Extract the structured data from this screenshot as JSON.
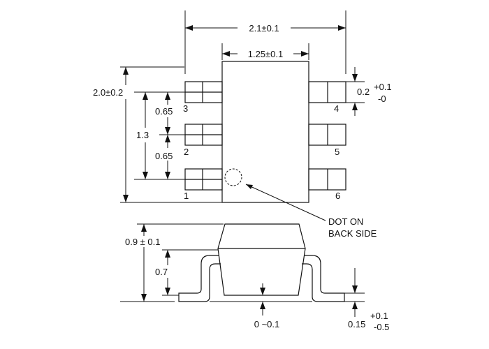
{
  "top_view": {
    "dim_width_overall": "2.1±0.1",
    "dim_body_width": "1.25±0.1",
    "dim_height_overall": "2.0±0.2",
    "dim_pitch_1": "0.65",
    "dim_pitch_2": "0.65",
    "dim_pin_span": "1.3",
    "dim_lead_width": "0.2",
    "dim_lead_width_tol_plus": "+0.1",
    "dim_lead_width_tol_minus": "-0",
    "pins": [
      "1",
      "2",
      "3",
      "4",
      "5",
      "6"
    ],
    "dot_note_line1": "DOT ON",
    "dot_note_line2": "BACK SIDE"
  },
  "side_view": {
    "dim_total_height": "0.9 ± 0.1",
    "dim_body_height": "0.7",
    "dim_standoff": "0 ~0.1",
    "dim_lead_thickness": "0.15",
    "dim_lead_thickness_tol_plus": "+0.1",
    "dim_lead_thickness_tol_minus": "-0.5"
  }
}
